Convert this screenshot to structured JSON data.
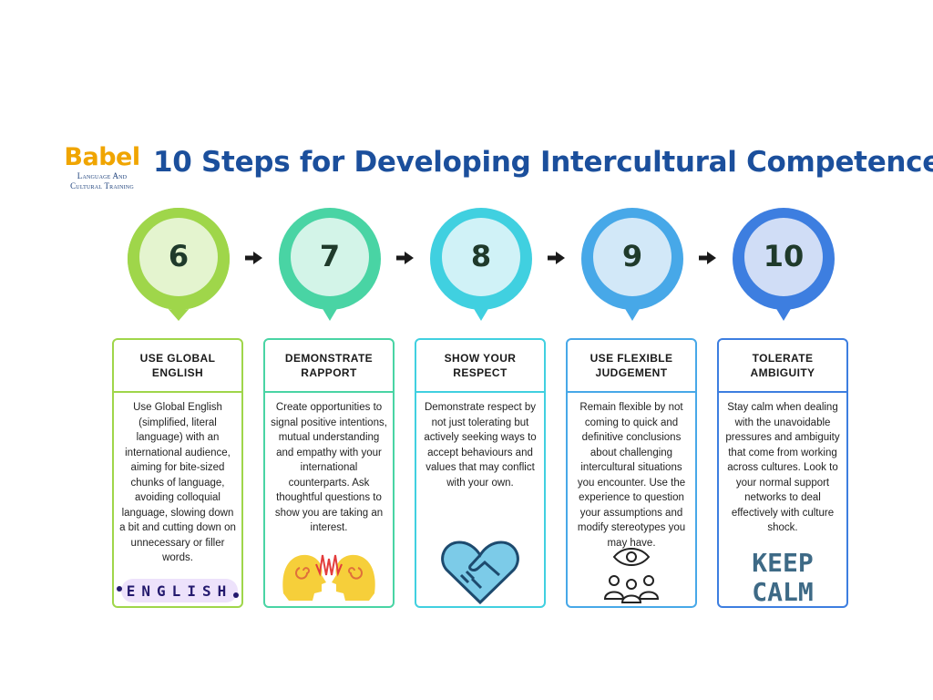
{
  "logo": {
    "name": "Babel",
    "sub_line1": "Language And",
    "sub_line2": "Cultural Training"
  },
  "title": "10 Steps for Developing Intercultural Competence",
  "colors": {
    "step6": "#9fd64a",
    "step7": "#49d4a4",
    "step8": "#40d0e0",
    "step9": "#47a8e8",
    "step10": "#3d7ee0",
    "title": "#1b4f9c",
    "logo": "#f0a500"
  },
  "steps": [
    {
      "number": "6",
      "heading": "USE GLOBAL ENGLISH",
      "body": "Use Global English (simplified, literal language) with an international audience, aiming for bite-sized chunks of language, avoiding colloquial language, slowing down a bit and cutting down on unnecessary or filler words.",
      "icon": "english-letters-icon",
      "icon_text": "ENGLISH"
    },
    {
      "number": "7",
      "heading": "DEMONSTRATE RAPPORT",
      "body": "Create opportunities to signal positive intentions, mutual understanding and empathy with your international counterparts. Ask thoughtful questions to show you are taking an interest.",
      "icon": "two-heads-wave-icon"
    },
    {
      "number": "8",
      "heading": "SHOW YOUR RESPECT",
      "body": "Demonstrate respect by not just tolerating but actively seeking ways to accept behaviours and values that may conflict with your own.",
      "icon": "handshake-heart-icon"
    },
    {
      "number": "9",
      "heading": "USE FLEXIBLE JUDGEMENT",
      "body": "Remain flexible by not coming to quick and definitive conclusions about challenging intercultural situations you encounter. Use the experience to question your assumptions and modify stereotypes you may have.",
      "icon": "eye-people-icon"
    },
    {
      "number": "10",
      "heading": "TOLERATE AMBIGUITY",
      "body": "Stay calm when dealing with the unavoidable pressures and ambiguity that come from working across cultures. Look to your normal support networks to deal effectively with culture shock.",
      "icon": "keep-calm-icon",
      "icon_text_line1": "KEEP",
      "icon_text_line2": "CALM"
    }
  ]
}
